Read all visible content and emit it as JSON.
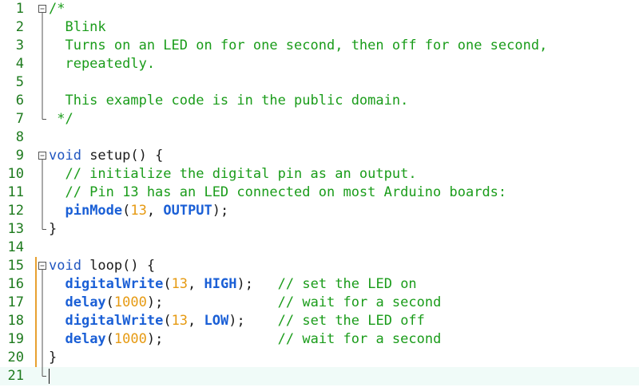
{
  "editor": {
    "language": "cpp",
    "caret_line": 21,
    "lines": [
      {
        "n": "1",
        "fold": "open",
        "segs": [
          {
            "t": "/*",
            "c": "cmt"
          }
        ]
      },
      {
        "n": "2",
        "fold": "bar",
        "segs": [
          {
            "t": "  Blink",
            "c": "cmt"
          }
        ]
      },
      {
        "n": "3",
        "fold": "bar",
        "segs": [
          {
            "t": "  Turns on an LED on for one second, then off for one second,",
            "c": "cmt"
          }
        ]
      },
      {
        "n": "4",
        "fold": "bar",
        "segs": [
          {
            "t": "  repeatedly.",
            "c": "cmt"
          }
        ]
      },
      {
        "n": "5",
        "fold": "bar",
        "segs": []
      },
      {
        "n": "6",
        "fold": "bar",
        "segs": [
          {
            "t": "  This example code is in the public domain.",
            "c": "cmt"
          }
        ]
      },
      {
        "n": "7",
        "fold": "end",
        "segs": [
          {
            "t": " */",
            "c": "cmt"
          }
        ]
      },
      {
        "n": "8",
        "fold": "none",
        "segs": []
      },
      {
        "n": "9",
        "fold": "open",
        "segs": [
          {
            "t": "void",
            "c": "kw"
          },
          {
            "t": " setup() {",
            "c": "punct"
          }
        ]
      },
      {
        "n": "10",
        "fold": "bar",
        "segs": [
          {
            "t": "  // initialize the digital pin as an output.",
            "c": "cmt"
          }
        ]
      },
      {
        "n": "11",
        "fold": "bar",
        "segs": [
          {
            "t": "  // Pin 13 has an LED connected on most Arduino boards:",
            "c": "cmt"
          }
        ]
      },
      {
        "n": "12",
        "fold": "bar",
        "segs": [
          {
            "t": "  ",
            "c": "punct"
          },
          {
            "t": "pinMode",
            "c": "fn"
          },
          {
            "t": "(",
            "c": "punct"
          },
          {
            "t": "13",
            "c": "num"
          },
          {
            "t": ", ",
            "c": "punct"
          },
          {
            "t": "OUTPUT",
            "c": "const"
          },
          {
            "t": ");",
            "c": "punct"
          }
        ]
      },
      {
        "n": "13",
        "fold": "end",
        "segs": [
          {
            "t": "}",
            "c": "punct"
          }
        ]
      },
      {
        "n": "14",
        "fold": "none",
        "segs": []
      },
      {
        "n": "15",
        "fold": "open",
        "segs": [
          {
            "t": "void",
            "c": "kw"
          },
          {
            "t": " loop() {",
            "c": "punct"
          }
        ]
      },
      {
        "n": "16",
        "fold": "bar",
        "segs": [
          {
            "t": "  ",
            "c": "punct"
          },
          {
            "t": "digitalWrite",
            "c": "fn"
          },
          {
            "t": "(",
            "c": "punct"
          },
          {
            "t": "13",
            "c": "num"
          },
          {
            "t": ", ",
            "c": "punct"
          },
          {
            "t": "HIGH",
            "c": "const"
          },
          {
            "t": ");   ",
            "c": "punct"
          },
          {
            "t": "// set the LED on",
            "c": "cmt"
          }
        ]
      },
      {
        "n": "17",
        "fold": "bar",
        "segs": [
          {
            "t": "  ",
            "c": "punct"
          },
          {
            "t": "delay",
            "c": "fn"
          },
          {
            "t": "(",
            "c": "punct"
          },
          {
            "t": "1000",
            "c": "num"
          },
          {
            "t": ");              ",
            "c": "punct"
          },
          {
            "t": "// wait for a second",
            "c": "cmt"
          }
        ]
      },
      {
        "n": "18",
        "fold": "bar",
        "segs": [
          {
            "t": "  ",
            "c": "punct"
          },
          {
            "t": "digitalWrite",
            "c": "fn"
          },
          {
            "t": "(",
            "c": "punct"
          },
          {
            "t": "13",
            "c": "num"
          },
          {
            "t": ", ",
            "c": "punct"
          },
          {
            "t": "LOW",
            "c": "const"
          },
          {
            "t": ");    ",
            "c": "punct"
          },
          {
            "t": "// set the LED off",
            "c": "cmt"
          }
        ]
      },
      {
        "n": "19",
        "fold": "bar",
        "segs": [
          {
            "t": "  ",
            "c": "punct"
          },
          {
            "t": "delay",
            "c": "fn"
          },
          {
            "t": "(",
            "c": "punct"
          },
          {
            "t": "1000",
            "c": "num"
          },
          {
            "t": ");              ",
            "c": "punct"
          },
          {
            "t": "// wait for a second",
            "c": "cmt"
          }
        ]
      },
      {
        "n": "20",
        "fold": "bar",
        "segs": [
          {
            "t": "}",
            "c": "punct"
          }
        ]
      },
      {
        "n": "21",
        "fold": "end",
        "segs": []
      }
    ]
  },
  "colors": {
    "line_number": "#1d7a1d",
    "comment": "#1a9c1a",
    "keyword": "#2056c0",
    "function": "#1a5fd6",
    "number": "#e69a12",
    "fold_marker": "#555555",
    "change_bar": "#e8a030",
    "current_line": "#f0fbf8"
  }
}
